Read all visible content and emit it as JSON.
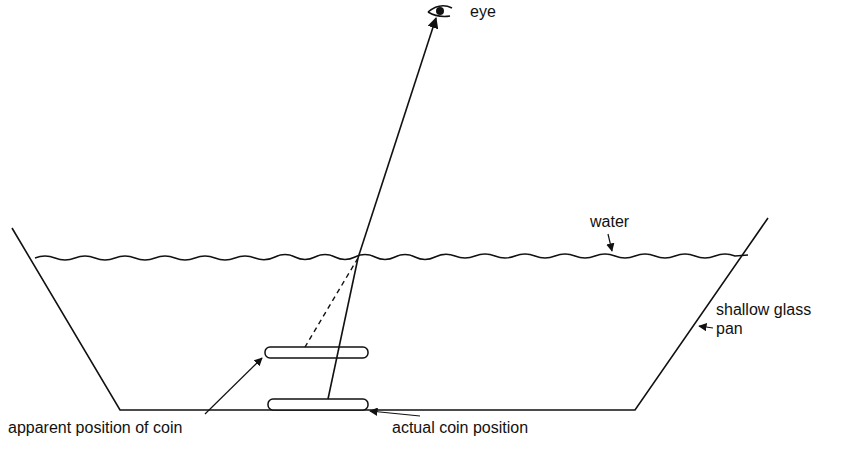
{
  "diagram": {
    "labels": [
      "eye",
      "water",
      "shallow glass pan",
      "apparent position of coin",
      "actual coin position"
    ]
  }
}
